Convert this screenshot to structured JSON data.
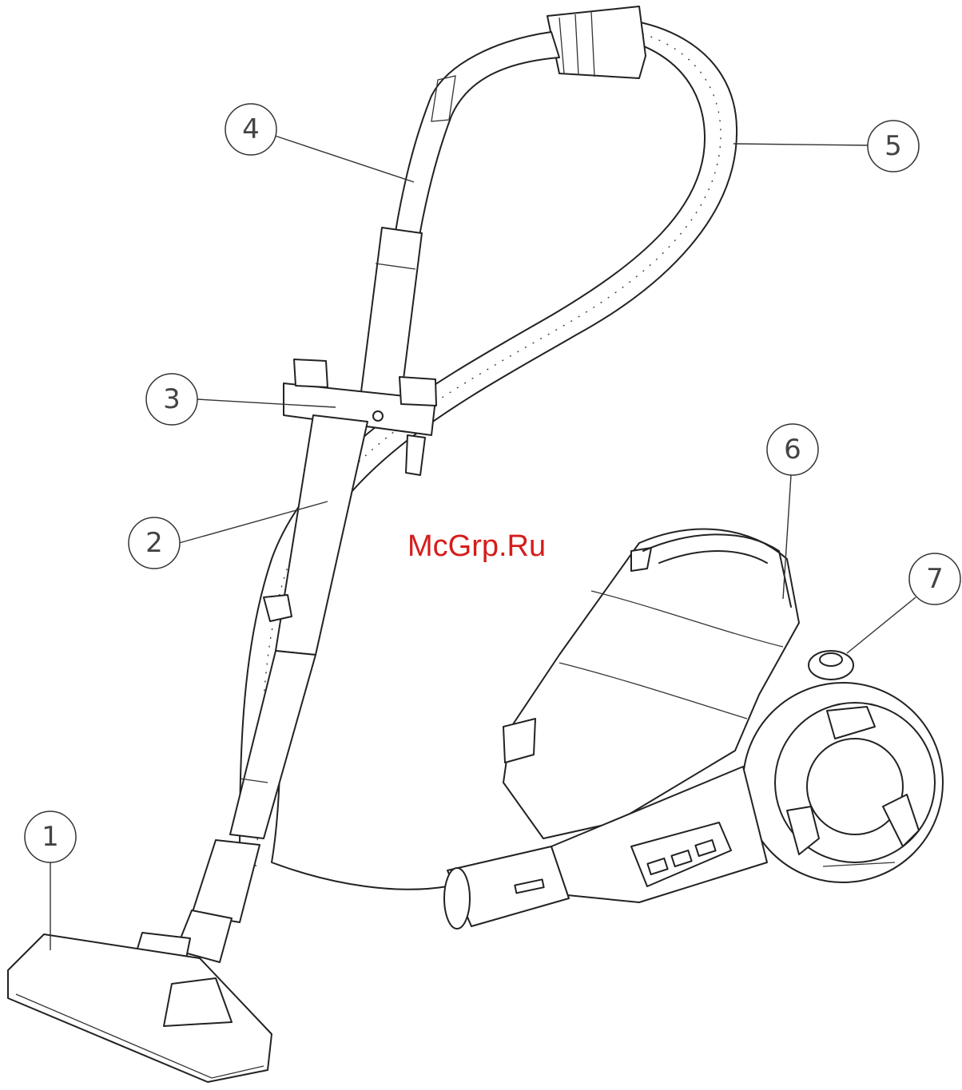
{
  "watermark": "McGrp.Ru",
  "callouts": [
    {
      "number": "1",
      "part": "floor-nozzle"
    },
    {
      "number": "2",
      "part": "telescopic-tube"
    },
    {
      "number": "3",
      "part": "tube-clip"
    },
    {
      "number": "4",
      "part": "hose-handle"
    },
    {
      "number": "5",
      "part": "flexible-hose"
    },
    {
      "number": "6",
      "part": "dust-container"
    },
    {
      "number": "7",
      "part": "cord-rewind-button"
    }
  ]
}
